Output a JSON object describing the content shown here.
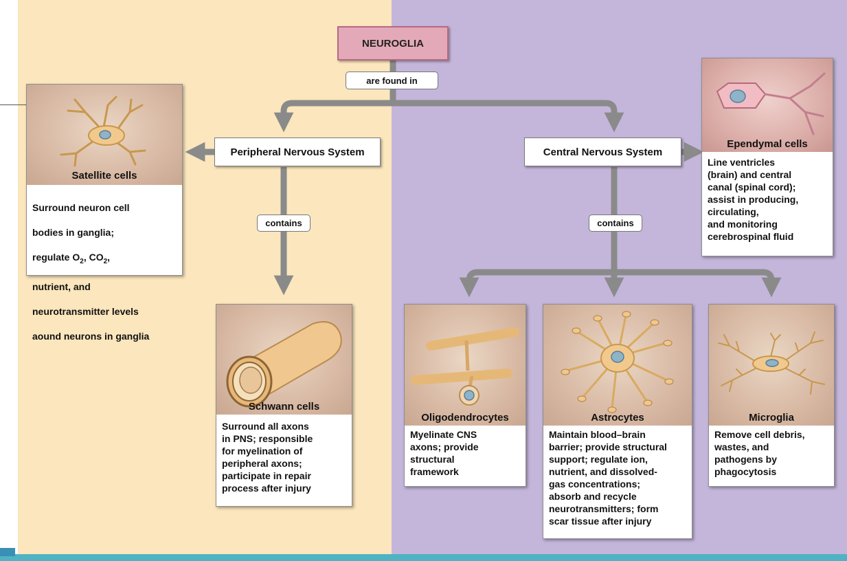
{
  "title": "NEUROGLIA",
  "connector_top": "are found in",
  "pns": {
    "label": "Peripheral Nervous System",
    "contains": "contains"
  },
  "cns": {
    "label": "Central Nervous System",
    "contains": "contains"
  },
  "cells": {
    "satellite": {
      "name": "Satellite cells",
      "desc_lines": [
        "Surround neuron cell",
        "bodies in ganglia;",
        "regulate O",
        "2",
        ", CO",
        "2",
        ",",
        "nutrient, and",
        "neurotransmitter levels",
        "aound neurons in ganglia"
      ]
    },
    "schwann": {
      "name": "Schwann cells",
      "desc": "Surround all axons\nin PNS; responsible\nfor myelination of\nperipheral axons;\nparticipate in repair\nprocess after injury"
    },
    "ependymal": {
      "name": "Ependymal cells",
      "desc": "Line ventricles\n(brain) and central\ncanal (spinal cord);\nassist in producing,\ncirculating,\nand monitoring\ncerebrospinal fluid"
    },
    "oligodendrocytes": {
      "name": "Oligodendrocytes",
      "desc": "Myelinate CNS\naxons; provide\nstructural\nframework"
    },
    "astrocytes": {
      "name": "Astrocytes",
      "desc": "Maintain blood–brain\nbarrier; provide structural\nsupport; regulate ion,\nnutrient, and dissolved-\ngas concentrations;\nabsorb and recycle\nneurotransmitters; form\nscar tissue after injury"
    },
    "microglia": {
      "name": "Microglia",
      "desc": "Remove cell debris,\nwastes, and\npathogens by\nphagocytosis"
    }
  },
  "colors": {
    "pns_background": "#fbe6bd",
    "cns_background": "#c4b5da",
    "title_fill": "#e4a9b8",
    "arrow": "#8a8a8a",
    "accent_bar": "#4fb3c4"
  }
}
